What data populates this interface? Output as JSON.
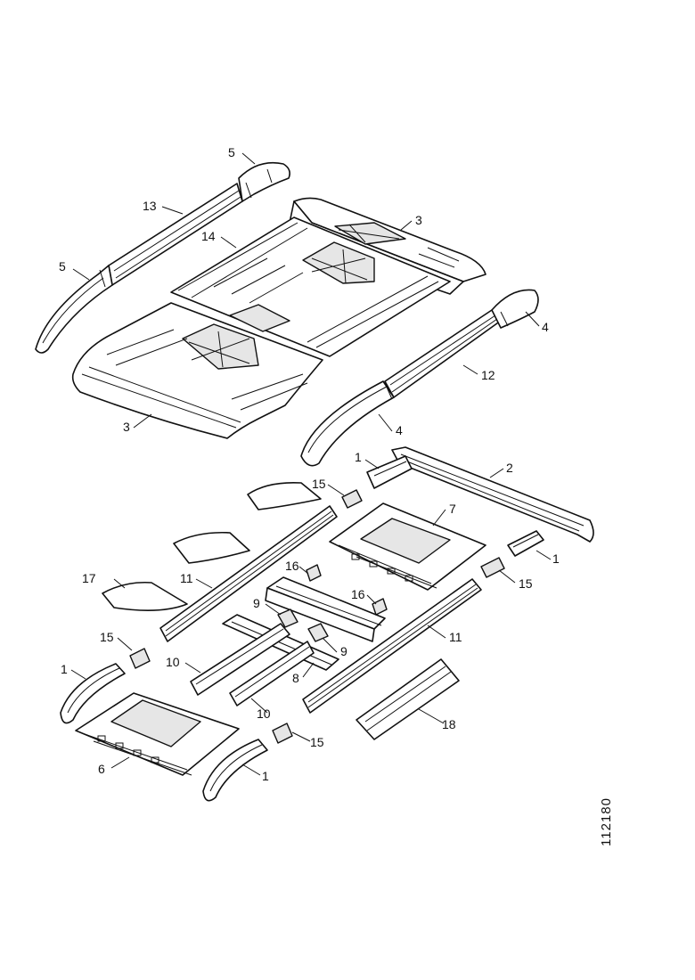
{
  "diagram": {
    "reference_number": "112180",
    "callouts": [
      {
        "id": "c5a",
        "label": "5"
      },
      {
        "id": "c13",
        "label": "13"
      },
      {
        "id": "c14",
        "label": "14"
      },
      {
        "id": "c3a",
        "label": "3"
      },
      {
        "id": "c5b",
        "label": "5"
      },
      {
        "id": "c4a",
        "label": "4"
      },
      {
        "id": "c12",
        "label": "12"
      },
      {
        "id": "c3b",
        "label": "3"
      },
      {
        "id": "c4b",
        "label": "4"
      },
      {
        "id": "c1a",
        "label": "1"
      },
      {
        "id": "c2",
        "label": "2"
      },
      {
        "id": "c15a",
        "label": "15"
      },
      {
        "id": "c7",
        "label": "7"
      },
      {
        "id": "c1b",
        "label": "1"
      },
      {
        "id": "c15b",
        "label": "15"
      },
      {
        "id": "c16a",
        "label": "16"
      },
      {
        "id": "c16b",
        "label": "16"
      },
      {
        "id": "c11a",
        "label": "11"
      },
      {
        "id": "c17",
        "label": "17"
      },
      {
        "id": "c9a",
        "label": "9"
      },
      {
        "id": "c9b",
        "label": "9"
      },
      {
        "id": "c11b",
        "label": "11"
      },
      {
        "id": "c15c",
        "label": "15"
      },
      {
        "id": "c10a",
        "label": "10"
      },
      {
        "id": "c8",
        "label": "8"
      },
      {
        "id": "c1c",
        "label": "1"
      },
      {
        "id": "c10b",
        "label": "10"
      },
      {
        "id": "c18",
        "label": "18"
      },
      {
        "id": "c15d",
        "label": "15"
      },
      {
        "id": "c6",
        "label": "6"
      },
      {
        "id": "c1d",
        "label": "1"
      }
    ]
  }
}
